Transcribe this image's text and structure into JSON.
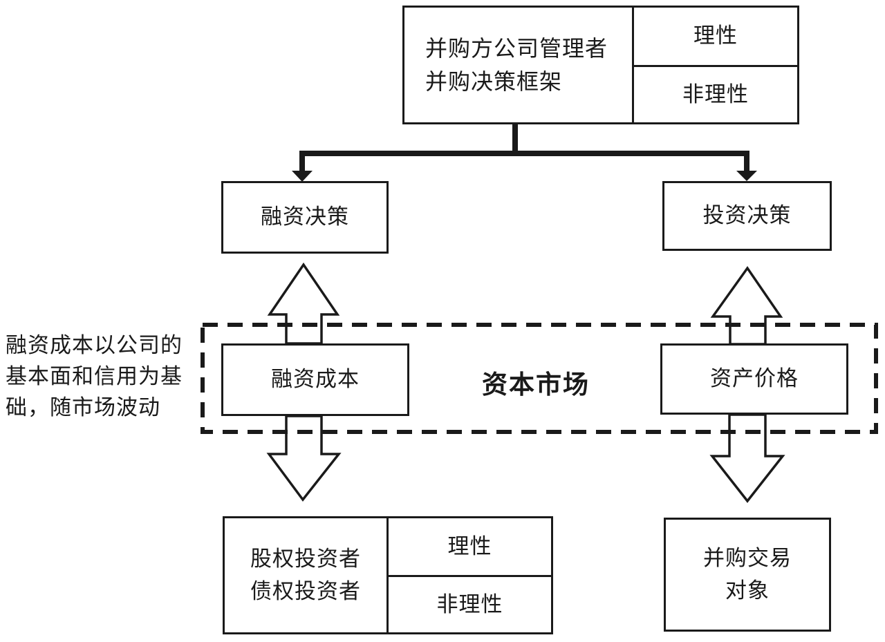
{
  "top_box": {
    "line1": "并购方公司管理者",
    "line2": "并购决策框架",
    "rational": "理性",
    "irrational": "非理性"
  },
  "decision_boxes": {
    "financing": "融资决策",
    "investment": "投资决策"
  },
  "capital_market": {
    "title": "资本市场",
    "financing_cost": "融资成本",
    "asset_price": "资产价格"
  },
  "bottom_boxes": {
    "investors_line1": "股权投资者",
    "investors_line2": "债权投资者",
    "rational": "理性",
    "irrational": "非理性",
    "target_line1": "并购交易",
    "target_line2": "对象"
  },
  "annotation": {
    "line1": "融资成本以公司的",
    "line2": "基本面和信用为基",
    "line3": "础，随市场波动"
  },
  "colors": {
    "line": "#1a1a1a",
    "background": "#ffffff"
  }
}
